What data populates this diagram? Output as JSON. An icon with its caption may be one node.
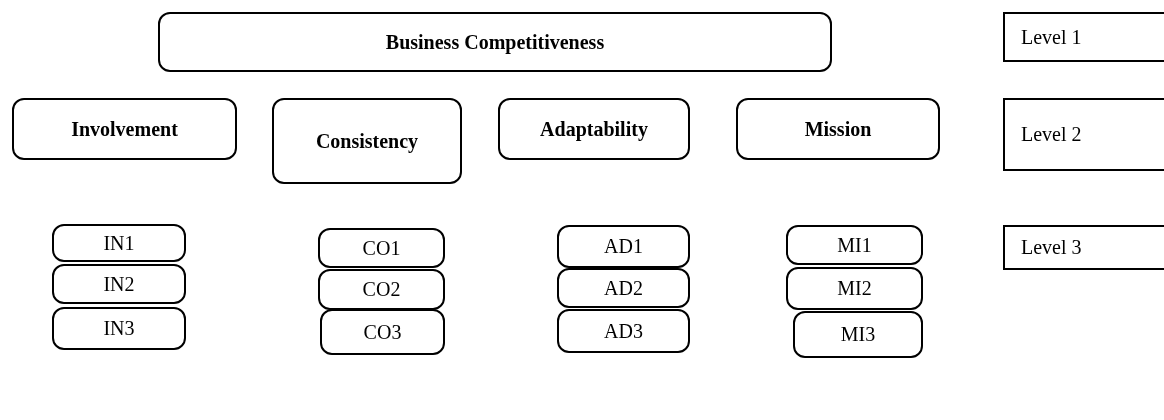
{
  "diagram": {
    "nodes": [
      {
        "text": [
          "Business Competitiveness"
        ]
      },
      {
        "text": [
          "Involvement"
        ]
      },
      {
        "text": [
          "Consistency"
        ]
      },
      {
        "text": [
          "Adaptability"
        ]
      },
      {
        "text": [
          "Mission"
        ]
      },
      {
        "text": [
          "IN1"
        ]
      },
      {
        "text": [
          "IN2"
        ]
      },
      {
        "text": [
          "IN3"
        ]
      },
      {
        "text": [
          "CO1"
        ]
      },
      {
        "text": [
          "CO2"
        ]
      },
      {
        "text": [
          "CO3"
        ]
      },
      {
        "text": [
          "AD1"
        ]
      },
      {
        "text": [
          "AD2"
        ]
      },
      {
        "text": [
          "AD3"
        ]
      },
      {
        "text": [
          "MI1"
        ]
      },
      {
        "text": [
          "MI2"
        ]
      },
      {
        "text": [
          "MI3"
        ]
      },
      {
        "text": [
          "Level 1"
        ]
      },
      {
        "text": [
          "Level 2"
        ]
      },
      {
        "text": [
          "Level 3"
        ]
      }
    ],
    "edges": []
  }
}
